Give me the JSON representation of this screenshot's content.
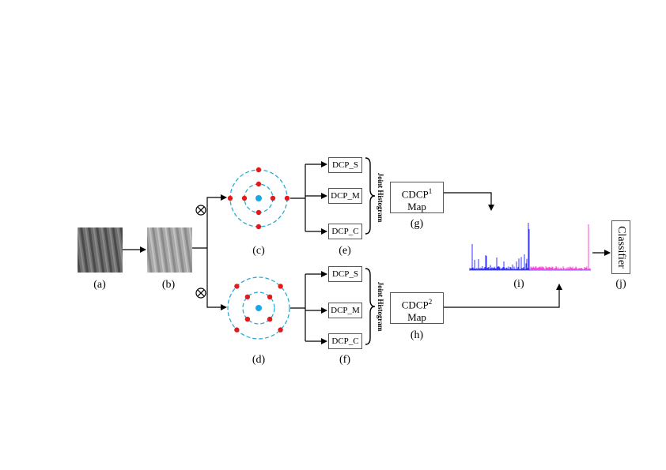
{
  "labels": {
    "a": "(a)",
    "b": "(b)",
    "c": "(c)",
    "d": "(d)",
    "e": "(e)",
    "f": "(f)",
    "g": "(g)",
    "h": "(h)",
    "i": "(i)",
    "j": "(j)"
  },
  "top_boxes": [
    "DCP_S",
    "DCP_M",
    "DCP_C"
  ],
  "bottom_boxes": [
    "DCP_S",
    "DCP_M",
    "DCP_C"
  ],
  "joint_histogram": "Joint Histogram",
  "map1": {
    "name": "CDCP",
    "sup": "1",
    "sub": "Map"
  },
  "map2": {
    "name": "CDCP",
    "sup": "2",
    "sub": "Map"
  },
  "classifier": "Classifier",
  "colors": {
    "sample_point": "#e31a1c",
    "center_point": "#1aa7e8",
    "circle": "#29a9d8",
    "hist_part1": "#3333ff",
    "hist_part2": "#ff44dd"
  }
}
